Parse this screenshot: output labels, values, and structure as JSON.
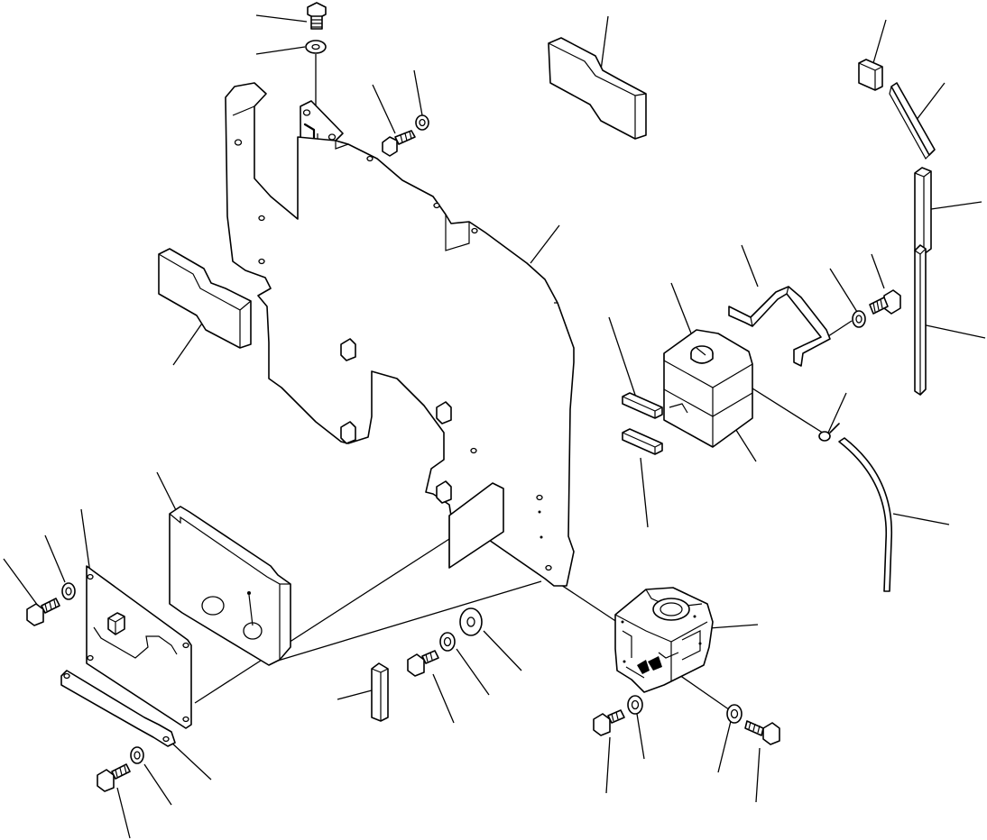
{
  "diagram": {
    "type": "exploded-parts-view",
    "colors": {
      "line": "#000000",
      "background": "#ffffff"
    },
    "parts": [
      "bolt-top",
      "washer-top",
      "vertical-channel-bracket",
      "main-mounting-plate",
      "insulation-pad-left",
      "insulation-pad-top",
      "small-block-pad",
      "narrow-strip-pad",
      "long-strip-pad-upper",
      "long-strip-pad-lower",
      "tank-strap-bracket",
      "reservoir-tank",
      "tank-cap",
      "hose-clip",
      "hose",
      "label-plate-upper",
      "label-plate-lower",
      "valve-cover-plate",
      "spacer-plate",
      "small-bracket-strap",
      "control-unit-box",
      "rubber-mount-washer",
      "side-block-pad",
      "bolts-and-washers"
    ]
  }
}
